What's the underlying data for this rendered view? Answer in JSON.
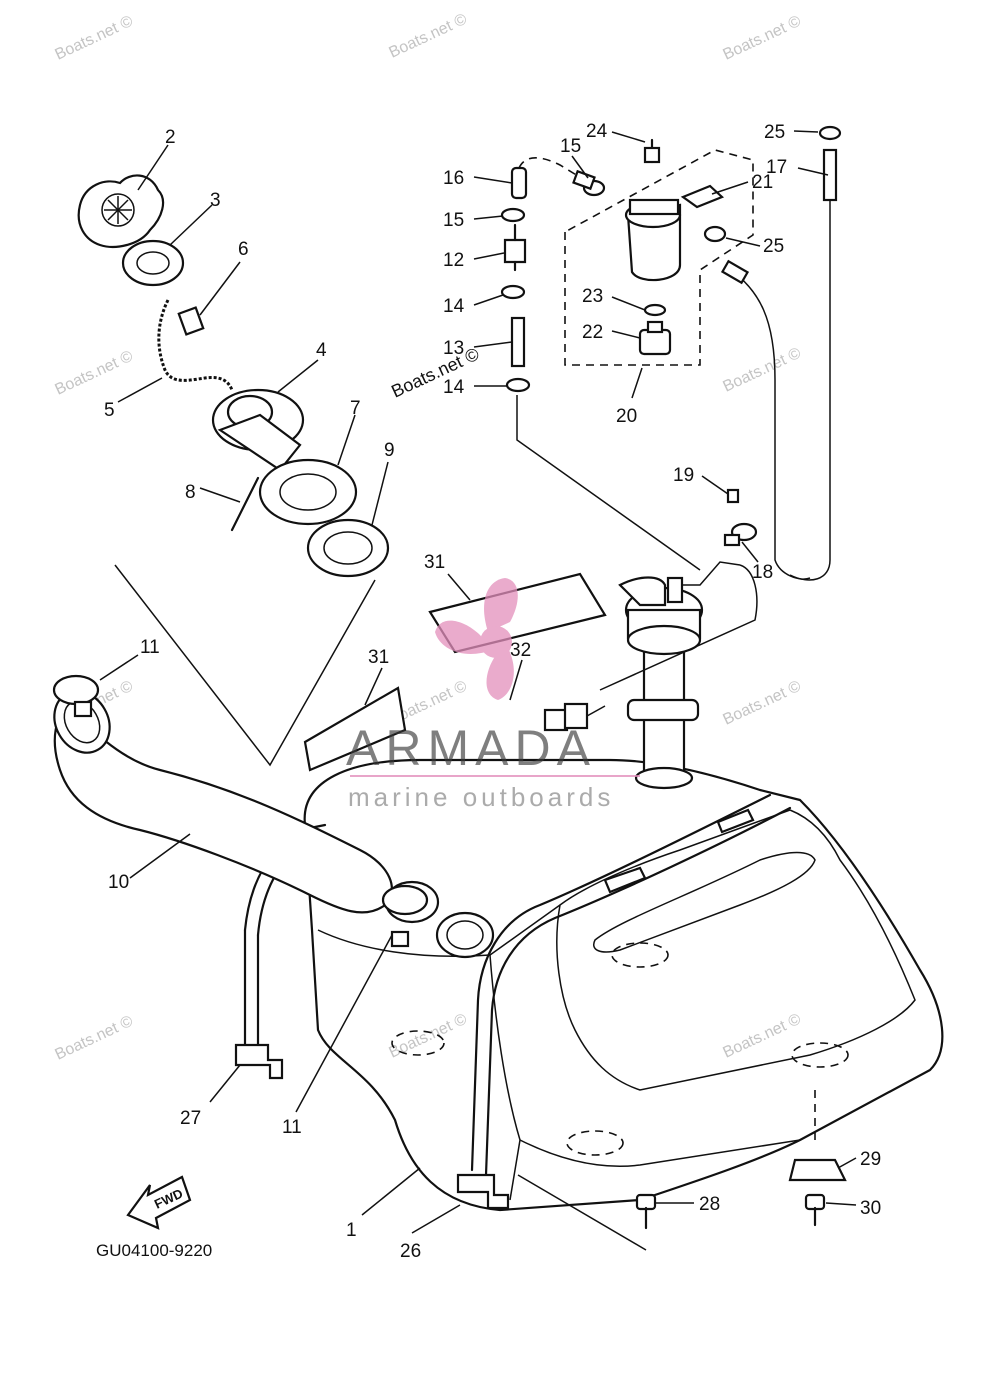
{
  "diagram_code": "GU04100-9220",
  "fwd_label": "FWD",
  "callouts": [
    "1",
    "2",
    "3",
    "4",
    "5",
    "6",
    "7",
    "8",
    "9",
    "10",
    "11",
    "12",
    "13",
    "14",
    "15",
    "16",
    "17",
    "18",
    "19",
    "20",
    "21",
    "22",
    "23",
    "24",
    "25",
    "26",
    "27",
    "28",
    "29",
    "30",
    "31",
    "32"
  ],
  "watermarks": {
    "site": "Boats.net ©",
    "brand": "ARMADA",
    "brand_sub": "marine outboards"
  },
  "colors": {
    "line": "#111111",
    "watermark": "#c4c4c4",
    "logo_pink": "#e38fbc"
  }
}
